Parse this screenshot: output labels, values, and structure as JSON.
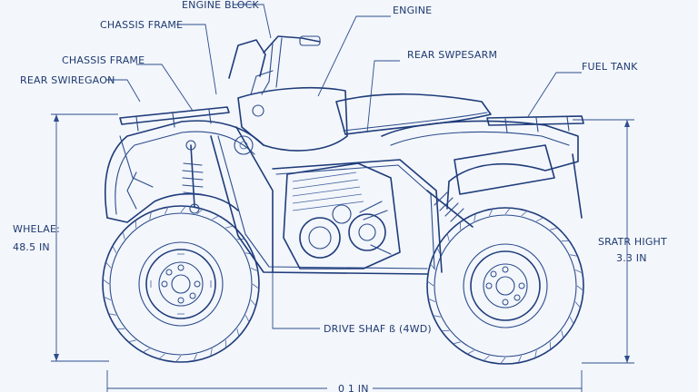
{
  "labels": {
    "engine_block": "ENGINE BLOCK",
    "chassis_frame_top": "CHASSIS FRAME",
    "engine": "ENGINE",
    "chassis_frame": "CHASSIS FRAME",
    "rear_swingarm_left": "REAR SWIREGAON",
    "rear_swingarm_right": "REAR SWPESARM",
    "fuel_tank": "FUEL TANK",
    "drive_shaft": "DRIVE SHAF ß (4WD)",
    "wheelbase_label": "WHELAE:",
    "wheelbase_value": "48.5 IN",
    "seat_height_label": "SRATR HIGHT",
    "seat_height_value": "3.3 IN",
    "bottom_dimension": "0 1 IN"
  },
  "colors": {
    "background": "#f3f6fb",
    "line": "#1f3c7a",
    "text": "#1e3a70"
  }
}
